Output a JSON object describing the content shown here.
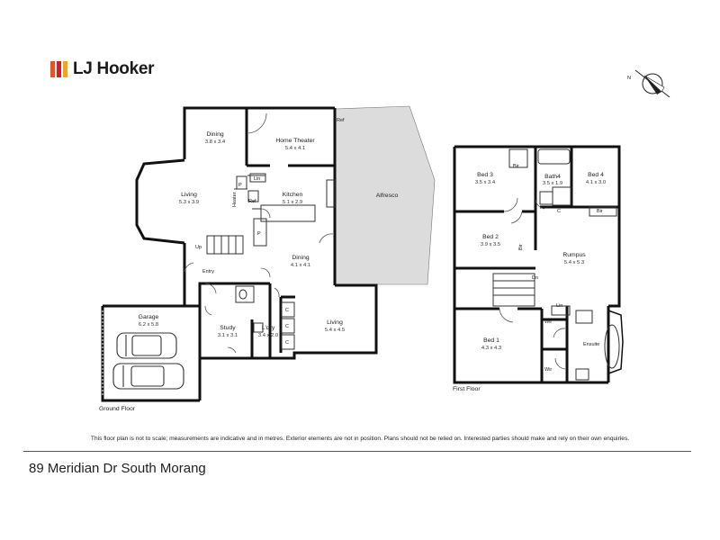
{
  "brand": {
    "name": "LJ Hooker",
    "colors": [
      "#e8541e",
      "#d01f2b",
      "#f2a51b"
    ]
  },
  "compass": {
    "label": "N",
    "icon": "compass-icon"
  },
  "ground_floor": {
    "label": "Ground Floor",
    "rooms": {
      "dining_top": {
        "name": "Dining",
        "dims": "3.8 x 3.4"
      },
      "home_theater": {
        "name": "Home Theater",
        "dims": "5.4 x 4.1"
      },
      "living_left": {
        "name": "Living",
        "dims": "5.3 x 3.9"
      },
      "kitchen": {
        "name": "Kitchen",
        "dims": "5.1 x 2.9"
      },
      "alfresco": {
        "name": "Alfresco"
      },
      "dining_mid": {
        "name": "Dining",
        "dims": "4.1 x 4.1"
      },
      "garage": {
        "name": "Garage",
        "dims": "6.2 x 5.8"
      },
      "study": {
        "name": "Study",
        "dims": "3.1 x 3.1"
      },
      "laundry": {
        "name": "L'dry",
        "dims": "3.4 x 2.0"
      },
      "living_right": {
        "name": "Living",
        "dims": "5.4 x 4.5"
      }
    },
    "labels": {
      "ref_top": "Ref",
      "ref_kitchen": "Ref",
      "lin": "Lin",
      "pantry_a": "P",
      "pantry_b": "P",
      "heater": "Heater",
      "up": "Up",
      "entry": "Entry",
      "c1": "C",
      "c2": "C",
      "c3": "C"
    }
  },
  "first_floor": {
    "label": "First Floor",
    "rooms": {
      "bed3": {
        "name": "Bed 3",
        "dims": "3.5 x 3.4"
      },
      "bath4": {
        "name": "Bath4",
        "dims": "3.5 x 1.9"
      },
      "bed4": {
        "name": "Bed 4",
        "dims": "4.1 x 3.0"
      },
      "bed2": {
        "name": "Bed 2",
        "dims": "3.9 x 3.5"
      },
      "rumpus": {
        "name": "Rumpus",
        "dims": "5.4 x 5.3"
      },
      "bed1": {
        "name": "Bed 1",
        "dims": "4.3 x 4.3"
      }
    },
    "labels": {
      "bir_a": "Bir",
      "bir_b": "Bir",
      "bir_c": "Bir",
      "c": "C",
      "dn": "Dn",
      "lin": "Lin",
      "wir_a": "Wir",
      "wir_b": "Wir",
      "ensuite": "Ensuite"
    }
  },
  "disclaimer": "This floor plan is not to scale; measurements are indicative and in metres. Exterior elements are not in position. Plans should not be relied on. Interested parties should make and rely on their own enquiries.",
  "address": "89 Meridian Dr South Morang"
}
